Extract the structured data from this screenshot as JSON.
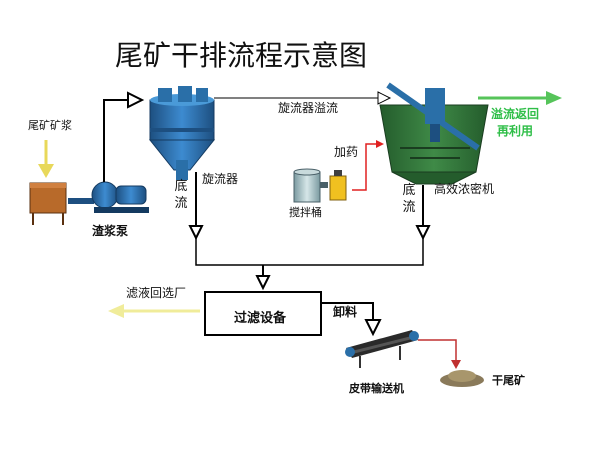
{
  "title": "尾矿干排流程示意图",
  "labels": {
    "tailings_slurry": "尾矿矿浆",
    "slurry_pump": "渣浆泵",
    "cyclone_underflow": "底流",
    "cyclone": "旋流器",
    "cyclone_overflow": "旋流器溢流",
    "add_reagent": "加药",
    "mixing_tank": "搅拌桶",
    "thickener_underflow": "底流",
    "thickener": "高效浓密机",
    "overflow_reuse_line1": "溢流返回",
    "overflow_reuse_line2": "再利用",
    "filtrate_return": "滤液回选厂",
    "filter_equipment": "过滤设备",
    "discharge": "卸料",
    "belt_conveyor": "皮带输送机",
    "dry_tailings": "干尾矿"
  },
  "colors": {
    "flow_line": "#000000",
    "input_arrow": "#e8d85a",
    "green_arrow": "#56c45a",
    "filtrate_arrow": "#f0ec9a",
    "reagent_line": "#e02020",
    "equipment_blue": "#2a6fa8",
    "thickener_green": "#2f7a3a",
    "text_green": "#2fbe48"
  },
  "icons": [
    "tank-icon",
    "pump-icon",
    "hydrocyclone-icon",
    "thickener-icon",
    "mixing-tank-icon",
    "belt-conveyor-icon",
    "tailings-pile-icon"
  ]
}
